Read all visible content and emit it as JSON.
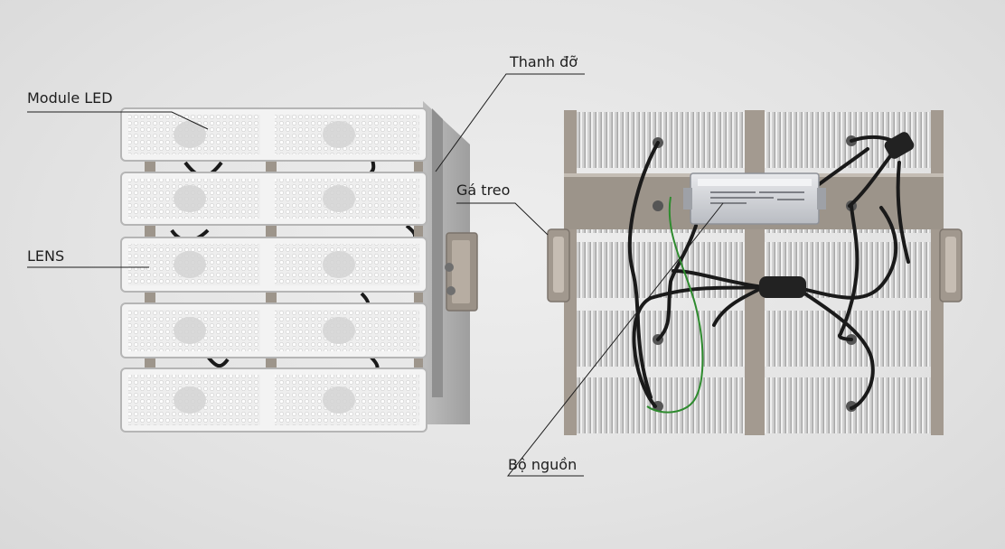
{
  "labels": {
    "module_led": "Module LED",
    "lens": "LENS",
    "thanh_do": "Thanh đỡ",
    "ga_treo": "Gá treo",
    "bo_nguon": "Bộ nguồn"
  },
  "colors": {
    "background": "#e6e6e6",
    "module_lens": "#f2f2f2",
    "led_chip": "#ffffff",
    "heatsink": "#c9c9c9",
    "frame": "#a39a90",
    "cable": "#1a1a1a",
    "ground_wire": "#2e8b2e",
    "driver_body": "#d4d6da"
  }
}
